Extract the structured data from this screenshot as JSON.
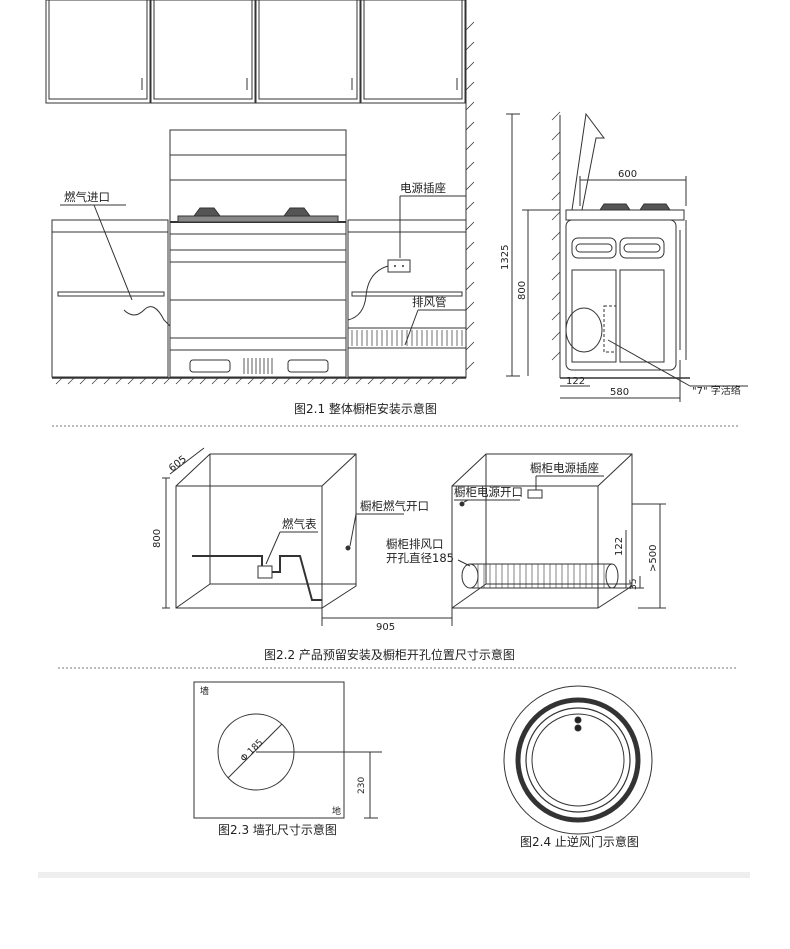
{
  "fig1": {
    "caption": "图2.1  整体橱柜安装示意图",
    "label_gas_inlet": "燃气进口",
    "label_power_socket": "电源插座",
    "label_exhaust_pipe": "排风管",
    "dim_600": "600",
    "dim_1325": "1325",
    "dim_800": "800",
    "dim_122": "122",
    "dim_580": "580",
    "label_7_hose": "\"7\" 字活络"
  },
  "fig2": {
    "caption": "图2.2  产品预留安装及橱柜开孔位置尺寸示意图",
    "dim_605": "605",
    "dim_800": "800",
    "dim_905": "905",
    "dim_122": "122",
    "dim_gt500": ">500",
    "dim_35": "35",
    "label_gas_meter": "燃气表",
    "label_gas_opening": "橱柜燃气开口",
    "label_power_opening": "橱柜电源开口",
    "label_power_socket": "橱柜电源插座",
    "label_exhaust_opening": "橱柜排风口",
    "label_hole_dia": "开孔直径185"
  },
  "fig3": {
    "caption": "图2.3 墙孔尺寸示意图",
    "label_wall": "墙",
    "label_floor": "地",
    "dim_dia": "Φ 185",
    "dim_230": "230"
  },
  "fig4": {
    "caption": "图2.4  止逆风门示意图"
  }
}
